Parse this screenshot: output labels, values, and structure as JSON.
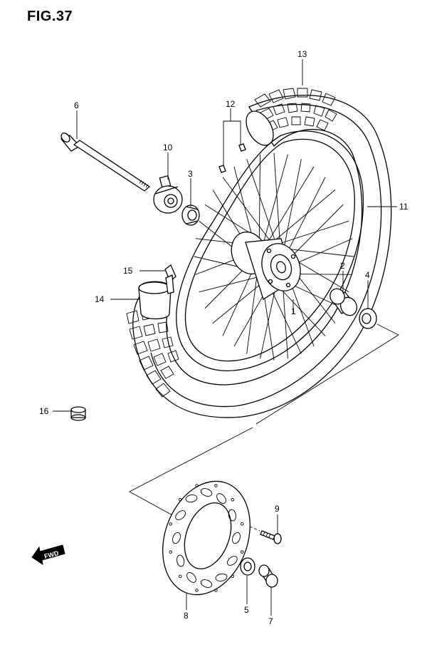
{
  "figure": {
    "title": "FIG.37"
  },
  "direction_badge": {
    "text": "FWD"
  },
  "callouts": [
    {
      "num": "1"
    },
    {
      "num": "2"
    },
    {
      "num": "3"
    },
    {
      "num": "4"
    },
    {
      "num": "5"
    },
    {
      "num": "6"
    },
    {
      "num": "7"
    },
    {
      "num": "8"
    },
    {
      "num": "9"
    },
    {
      "num": "10"
    },
    {
      "num": "11"
    },
    {
      "num": "12"
    },
    {
      "num": "13"
    },
    {
      "num": "14"
    },
    {
      "num": "15"
    },
    {
      "num": "16"
    }
  ]
}
